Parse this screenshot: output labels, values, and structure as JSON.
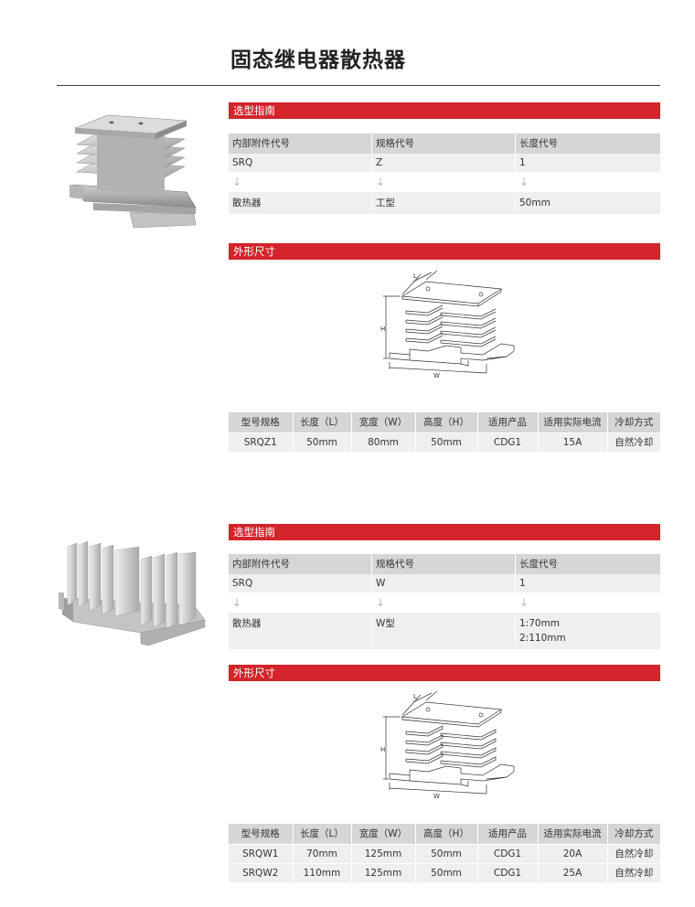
{
  "page": {
    "title": "固态继电器散热器"
  },
  "sections": [
    {
      "selection_title": "选型指南",
      "code_headers": [
        "内部附件代号",
        "规格代号",
        "长度代号"
      ],
      "code_values": [
        "SRQ",
        "Z",
        "1"
      ],
      "arrow_glyph": "↓",
      "code_desc": [
        [
          "散热器"
        ],
        [
          "工型"
        ],
        [
          "50mm"
        ]
      ],
      "dimension_title": "外形尺寸",
      "dim_labels": {
        "l": "L",
        "h": "H",
        "w": "W"
      },
      "spec_headers": [
        "型号规格",
        "长度（L）",
        "宽度（W）",
        "高度（H）",
        "适用产品",
        "适用实际电流",
        "冷却方式"
      ],
      "spec_rows": [
        [
          "SRQZ1",
          "50mm",
          "80mm",
          "50mm",
          "CDG1",
          "15A",
          "自然冷却"
        ]
      ]
    },
    {
      "selection_title": "选型指南",
      "code_headers": [
        "内部附件代号",
        "规格代号",
        "长度代号"
      ],
      "code_values": [
        "SRQ",
        "W",
        "1"
      ],
      "arrow_glyph": "↓",
      "code_desc": [
        [
          "散热器"
        ],
        [
          "W型"
        ],
        [
          "1:70mm",
          "2:110mm"
        ]
      ],
      "dimension_title": "外形尺寸",
      "dim_labels": {
        "l": "L",
        "h": "H",
        "w": "W"
      },
      "spec_headers": [
        "型号规格",
        "长度（L）",
        "宽度（W）",
        "高度（H）",
        "适用产品",
        "适用实际电流",
        "冷却方式"
      ],
      "spec_rows": [
        [
          "SRQW1",
          "70mm",
          "125mm",
          "50mm",
          "CDG1",
          "20A",
          "自然冷却"
        ],
        [
          "SRQW2",
          "110mm",
          "125mm",
          "50mm",
          "CDG1",
          "25A",
          "自然冷却"
        ]
      ]
    }
  ],
  "colors": {
    "accent": "#d3242b",
    "header_bg": "#d6d6d6",
    "cell_bg": "#efefef"
  }
}
